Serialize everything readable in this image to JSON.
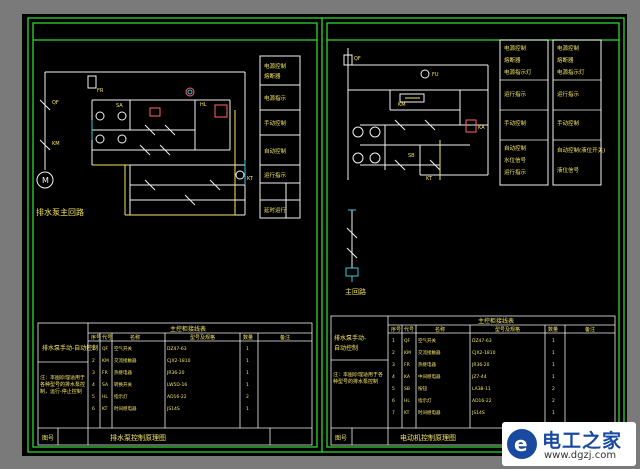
{
  "colors": {
    "frame": "#2fd62f",
    "wire": "#f2f2f2",
    "text": "#f5e663",
    "accent": "#3cc8e0",
    "component": "#ff6666",
    "background": "#000000"
  },
  "left_sheet": {
    "motor_caption": "排水泵主回路",
    "motor_symbol": "M",
    "labels": [
      "QF",
      "KM",
      "FR",
      "SA",
      "HL",
      "KT"
    ],
    "function_column": [
      "电源控制",
      "熔断器",
      "电源指示",
      "手动控制",
      "自动控制",
      "运行指示",
      "延时运行"
    ],
    "title_block": {
      "title": "主控柜接线表",
      "left_caption_1": "排水泵手动-自动控制",
      "left_caption_2": "",
      "note": "注：本图原理适用于各种型号的排水泵控制，运行-停止控制",
      "drawing_name": "排水泵控制原理图",
      "sheet_label": "图号",
      "headers": [
        "序号",
        "代号",
        "名称",
        "型号及规格",
        "数量",
        "备注"
      ],
      "rows": [
        [
          "1",
          "QF",
          "空气开关",
          "DZ47-63",
          "1",
          ""
        ],
        [
          "2",
          "KM",
          "交流接触器",
          "CJX2-1810",
          "1",
          ""
        ],
        [
          "3",
          "FR",
          "热继电器",
          "JR36-20",
          "1",
          ""
        ],
        [
          "4",
          "SA",
          "转换开关",
          "LW5D-16",
          "1",
          ""
        ],
        [
          "5",
          "HL",
          "指示灯",
          "AD16-22",
          "2",
          ""
        ],
        [
          "6",
          "KT",
          "时间继电器",
          "JS14S",
          "1",
          ""
        ]
      ]
    }
  },
  "right_sheet": {
    "caption": "主回路",
    "labels": [
      "QF",
      "FU",
      "KM",
      "KA",
      "SB",
      "KT"
    ],
    "function_col_a": [
      "电源控制",
      "熔断器",
      "电源指示灯",
      "运行指示",
      "手动控制",
      "自动控制",
      "水位信号",
      "运行指示"
    ],
    "function_col_b": [
      "电源控制",
      "熔断器",
      "电源指示灯",
      "运行指示",
      "手动控制",
      "自动控制(液位开关)",
      "液位信号"
    ],
    "title_block": {
      "title": "主控柜接线表",
      "left_caption_1": "排水泵手动-",
      "left_caption_2": "自动控制",
      "note": "注：本图原理适用于各种型号的排水泵控制",
      "drawing_name": "电动机控制原理图",
      "sheet_label": "图号",
      "headers": [
        "序号",
        "代号",
        "名称",
        "型号及规格",
        "数量",
        "备注"
      ],
      "rows": [
        [
          "1",
          "QF",
          "空气开关",
          "DZ47-63",
          "1",
          ""
        ],
        [
          "2",
          "KM",
          "交流接触器",
          "CJX2-1810",
          "1",
          ""
        ],
        [
          "3",
          "FR",
          "热继电器",
          "JR36-20",
          "1",
          ""
        ],
        [
          "4",
          "KA",
          "中间继电器",
          "JZ7-44",
          "1",
          ""
        ],
        [
          "5",
          "SB",
          "按钮",
          "LA38-11",
          "2",
          ""
        ],
        [
          "6",
          "HL",
          "指示灯",
          "AD16-22",
          "2",
          ""
        ],
        [
          "7",
          "KT",
          "时间继电器",
          "JS14S",
          "1",
          ""
        ]
      ]
    }
  },
  "watermark": {
    "title": "电工之家",
    "url": "www.dgzj.com",
    "logo_letter": "e"
  }
}
